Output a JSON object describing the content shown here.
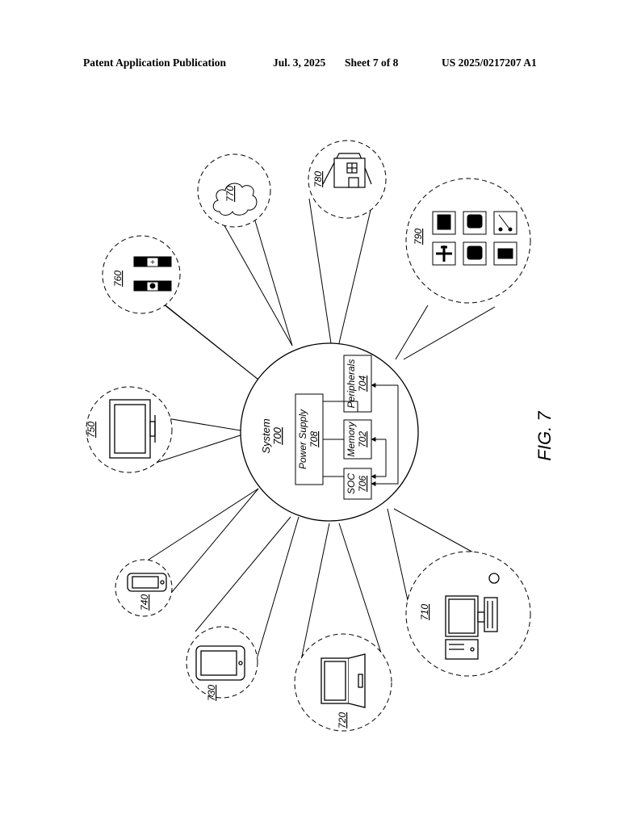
{
  "header": {
    "publication": "Patent Application Publication",
    "date": "Jul. 3, 2025",
    "sheet": "Sheet 7 of 8",
    "number": "US 2025/0217207 A1"
  },
  "figure_label": "FIG. 7",
  "system": {
    "label": "System",
    "ref": "700",
    "power_supply": {
      "label": "Power Supply",
      "ref": "708"
    },
    "soc": {
      "label": "SOC",
      "ref": "706"
    },
    "memory": {
      "label": "Memory",
      "ref": "702"
    },
    "peripherals": {
      "label": "Peripherals",
      "ref": "704"
    }
  },
  "devices": {
    "desktop": {
      "ref": "710",
      "icon": "desktop-computer-icon"
    },
    "laptop": {
      "ref": "720",
      "icon": "laptop-icon"
    },
    "tablet": {
      "ref": "730",
      "icon": "tablet-icon"
    },
    "phone": {
      "ref": "740",
      "icon": "smartphone-icon"
    },
    "tv": {
      "ref": "750",
      "icon": "television-icon"
    },
    "watch": {
      "ref": "760",
      "icon": "smartwatch-icon"
    },
    "cloud": {
      "ref": "770",
      "icon": "cloud-icon"
    },
    "home": {
      "ref": "780",
      "icon": "house-icon"
    },
    "vehicles": {
      "ref": "790",
      "icon": "vehicles-icon"
    }
  }
}
